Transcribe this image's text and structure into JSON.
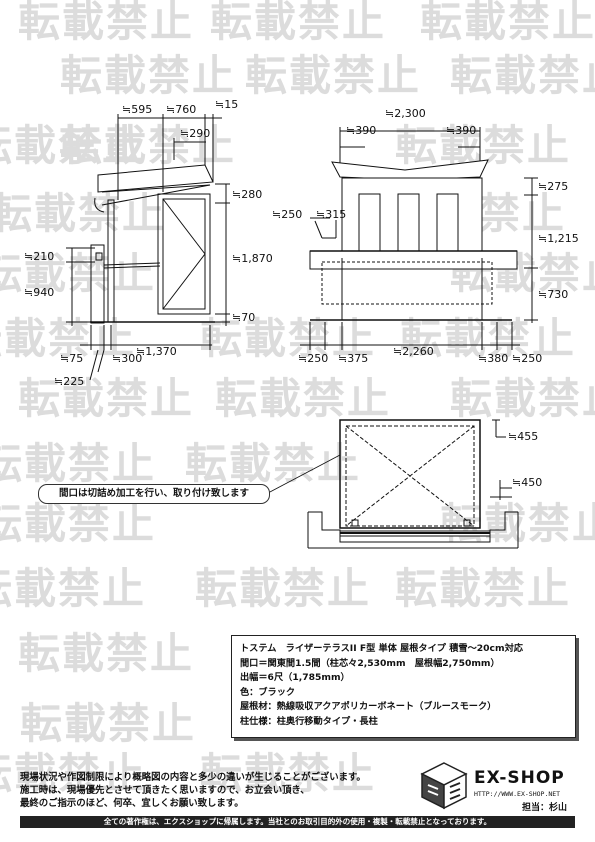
{
  "watermark": {
    "text": "転載禁止"
  },
  "side_view": {
    "dims": {
      "d595": "≒595",
      "d760": "≒760",
      "d15": "≒15",
      "d290": "≒290",
      "d280": "≒280",
      "d1870": "≒1,870",
      "d70": "≒70",
      "d210": "≒210",
      "d940": "≒940",
      "d75": "≒75",
      "d300": "≒300",
      "d1370": "≒1,370",
      "d225": "≒225"
    }
  },
  "front_view": {
    "dims": {
      "d2300": "≒2,300",
      "d390a": "≒390",
      "d390b": "≒390",
      "d275": "≒275",
      "d250a": "≒250",
      "d315": "≒315",
      "d1215": "≒1,215",
      "d730": "≒730",
      "d250b": "≒250",
      "d375": "≒375",
      "d2260": "≒2,260",
      "d380": "≒380",
      "d250c": "≒250"
    }
  },
  "plan_view": {
    "dims": {
      "d455": "≒455",
      "d450": "≒450"
    },
    "note": "間口は切詰め加工を行い、取り付け致します"
  },
  "spec": {
    "line1": "トステム　ライザーテラスII F型 単体 屋根タイプ 積雪～20cm対応",
    "line2": "間口＝関東間1.5間（柱芯々2,530mm　屋根幅2,750mm）",
    "line3": "出幅＝6尺（1,785mm）",
    "line4": "色：ブラック",
    "line5": "屋根材：熱線吸収アクアポリカーボネート（ブルースモーク）",
    "line6": "柱仕様：柱奥行移動タイプ・長柱"
  },
  "footer": {
    "note1": "現場状況や作図制限により概略図の内容と多少の違いが生じることがございます。",
    "note2": "施工時は、現場優先とさせて頂きたく思いますので、お立会い頂き、",
    "note3": "最終のご指示のほど、何卒、宜しくお願い致します。",
    "logo_name": "EX-SHOP",
    "logo_url": "HTTP://WWW.EX-SHOP.NET",
    "person": "担当：杉山",
    "bar": "全ての著作権は、エクスショップに帰属します。当社とのお取引目的外の使用・複製・転載禁止となっております。"
  }
}
